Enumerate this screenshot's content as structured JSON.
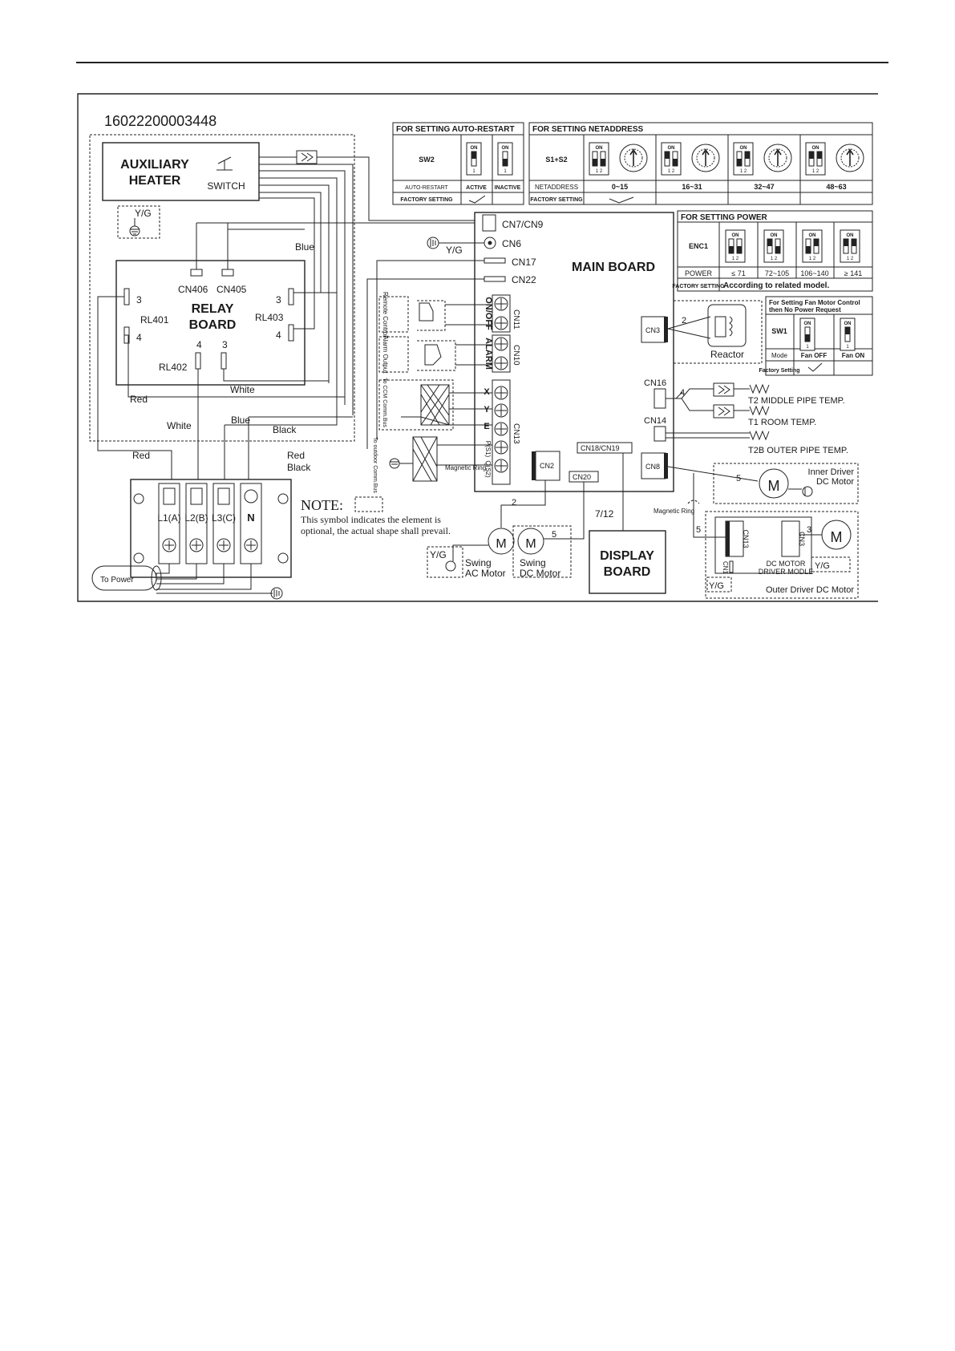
{
  "diagram": {
    "part_number": "16022200003448",
    "auxiliary_heater": {
      "line1": "AUXILIARY",
      "line2": "HEATER",
      "switch": "SWITCH",
      "ground": "Y/G"
    },
    "relay_board": {
      "line1": "RELAY",
      "line2": "BOARD",
      "cn406": "CN406",
      "cn405": "CN405",
      "rl401": "RL401",
      "rl402": "RL402",
      "rl403": "RL403",
      "pin3": "3",
      "pin4": "4"
    },
    "wires": {
      "blue": "Blue",
      "red": "Red",
      "white": "White",
      "black": "Black"
    },
    "main_board": {
      "title": "MAIN BOARD",
      "cn7_cn9": "CN7/CN9",
      "cn6": "CN6",
      "cn6_ground": "Y/G",
      "cn17": "CN17",
      "cn22": "CN22",
      "cn11": "CN11",
      "cn10": "CN10",
      "cn13": "CN13",
      "cn3": "CN3",
      "cn16": "CN16",
      "cn14": "CN14",
      "cn8": "CN8",
      "cn2": "CN2",
      "cn20": "CN20",
      "cn18_cn19": "CN18/CN19",
      "on_off": "ON/OFF",
      "alarm": "ALARM",
      "x": "X",
      "y": "Y",
      "e": "E",
      "p": "P(S1)",
      "q": "Q(S2)",
      "remote_control": "Remote Control",
      "alarm_output": "Alarm Output",
      "to_ccm": "To CCM Comm.Bus",
      "to_outdoor": "To outdoor Comm.Bus",
      "magnetic_ring": "Magnetic Ring"
    },
    "reactor": {
      "label": "Reactor",
      "wires": "2"
    },
    "sensors": {
      "t2": "T2  MIDDLE PIPE TEMP.",
      "t1": "T1   ROOM TEMP.",
      "t2b": "T2B  OUTER PIPE TEMP.",
      "wires": "4"
    },
    "motors": {
      "inner_label1": "Inner Driver",
      "inner_label2": "DC Motor",
      "inner_wires": "5",
      "outer_label": "Outer Driver DC Motor",
      "outer_wires": "5",
      "outer_motor_wires": "3",
      "driver_module1": "DC MOTOR",
      "driver_module2": "DRIVER MODLE",
      "cn13": "CN13",
      "cn3": "CN3",
      "cn1": "CN1",
      "swing_ac1": "Swing",
      "swing_ac2": "AC Motor",
      "swing_dc1": "Swing",
      "swing_dc2": "DC Motor",
      "swing_ac_wires": "2",
      "swing_dc_wires": "5",
      "m": "M",
      "yg": "Y/G"
    },
    "display_board": {
      "line1": "DISPLAY",
      "line2": "BOARD",
      "wires": "7/12",
      "magnetic_ring": "Magnetic Ring"
    },
    "terminal": {
      "l1": "L1(A)",
      "l2": "L2(B)",
      "l3": "L3(C)",
      "n": "N",
      "to_power": "To Power"
    },
    "note": {
      "title": "NOTE:",
      "text1": "This symbol indicates the element is",
      "text2": "optional, the actual shape shall prevail."
    }
  },
  "tables": {
    "auto_restart": {
      "title": "FOR SETTING AUTO-RESTART",
      "switch": "SW2",
      "row_label": "AUTO-RESTART",
      "active": "ACTIVE",
      "inactive": "INACTIVE",
      "factory": "FACTORY SETTING"
    },
    "netaddress": {
      "title": "FOR SETTING NETADDRESS",
      "switch": "S1+S2",
      "row_label": "NETADDRESS",
      "ranges": [
        "0~15",
        "16~31",
        "32~47",
        "48~63"
      ],
      "factory": "FACTORY SETTING"
    },
    "power": {
      "title": "FOR SETTING POWER",
      "switch": "ENC1",
      "row_label": "POWER",
      "values": [
        "≤ 71",
        "72~105",
        "106~140",
        "≥ 141"
      ],
      "factory": "FACTORY SETTING",
      "factory_value": "According to related model."
    },
    "fan_motor": {
      "title1": "For Setting Fan Motor Control",
      "title2": "then No Power Request",
      "switch": "SW1",
      "row_label": "Mode",
      "fan_off": "Fan OFF",
      "fan_on": "Fan ON",
      "factory": "Factory Setting"
    },
    "dip": {
      "on": "ON",
      "one": "1",
      "two": "2",
      "pair": "1 2"
    }
  }
}
